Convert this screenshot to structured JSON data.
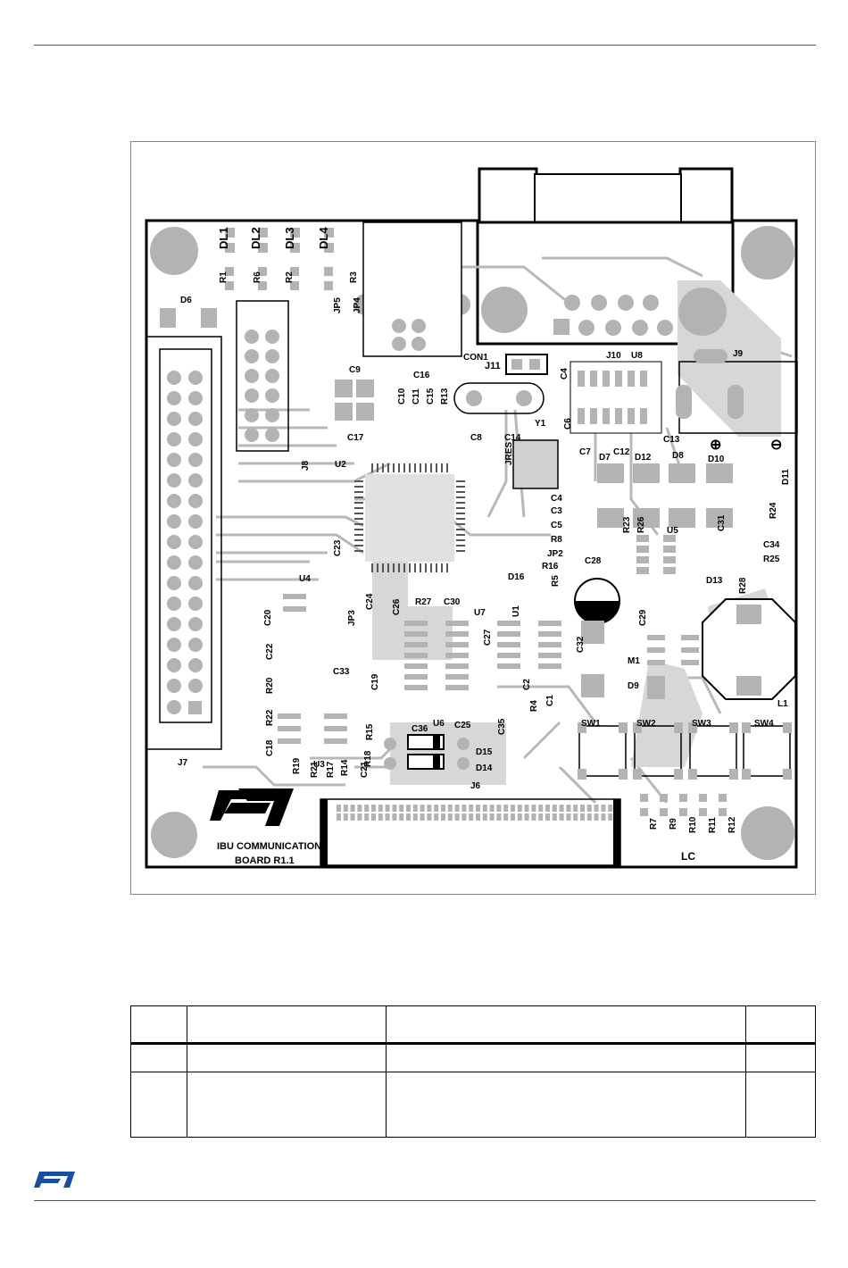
{
  "board": {
    "title_line1": "IBU COMMUNICATION",
    "title_line2": "BOARD R1.1",
    "lc_label": "LC",
    "plus_symbol": "⊕",
    "minus_symbol": "⊖",
    "logo": "ST-logo-icon"
  },
  "labels": {
    "dl1": "DL1",
    "dl2": "DL2",
    "dl3": "DL3",
    "dl4": "DL4",
    "r1": "R1",
    "r6": "R6",
    "r2": "R2",
    "r3": "R3",
    "d6": "D6",
    "jp5": "JP5",
    "jp4": "JP4",
    "con1": "CON1",
    "j11": "J11",
    "j10": "J10",
    "u8": "U8",
    "j9": "J9",
    "c9": "C9",
    "c16": "C16",
    "c10": "C10",
    "c11": "C11",
    "c15": "C15",
    "r13": "R13",
    "c17": "C17",
    "c8": "C8",
    "c14": "C14",
    "y1": "Y1",
    "c4b": "C4",
    "c6": "C6",
    "c7": "C7",
    "c12": "C12",
    "c13": "C13",
    "d7": "D7",
    "d12": "D12",
    "d8": "D8",
    "d10": "D10",
    "d11": "D11",
    "j8": "J8",
    "u2": "U2",
    "jres": "JRES",
    "c4": "C4",
    "c3": "C3",
    "c5": "C5",
    "r8": "R8",
    "jp2": "JP2",
    "r16": "R16",
    "r24": "R24",
    "c34": "C34",
    "r25": "R25",
    "r23": "R23",
    "r26": "R26",
    "u5": "U5",
    "c31": "C31",
    "c23": "C23",
    "c28": "C28",
    "d16": "D16",
    "r5": "R5",
    "d13": "D13",
    "r28": "R28",
    "u4": "U4",
    "r27": "R27",
    "c30": "C30",
    "u7": "U7",
    "u1": "U1",
    "c20": "C20",
    "jp3": "JP3",
    "c24": "C24",
    "c26": "C26",
    "c27": "C27",
    "c29": "C29",
    "c22": "C22",
    "c33": "C33",
    "c32": "C32",
    "m1": "M1",
    "r20": "R20",
    "c19": "C19",
    "c2": "C2",
    "c1": "C1",
    "r4": "R4",
    "d9": "D9",
    "l1": "L1",
    "r22": "R22",
    "u6": "U6",
    "c25": "C25",
    "c35": "C35",
    "sw1": "SW1",
    "sw2": "SW2",
    "sw3": "SW3",
    "sw4": "SW4",
    "c18": "C18",
    "r15": "R15",
    "c36": "C36",
    "d15": "D15",
    "r19": "R19",
    "u3": "U3",
    "r18": "R18",
    "d14": "D14",
    "r21": "R21",
    "r17": "R17",
    "r14": "R14",
    "c21": "C21",
    "j7": "J7",
    "j6": "J6",
    "r7": "R7",
    "r9": "R9",
    "r10": "R10",
    "r11": "R11",
    "r12": "R12"
  },
  "table": {
    "headers": [
      "",
      "",
      "",
      ""
    ],
    "rows": [
      [
        "",
        "",
        "",
        ""
      ],
      [
        "",
        "",
        "",
        ""
      ]
    ]
  },
  "footer": {
    "logo": "ST-logo-icon"
  }
}
